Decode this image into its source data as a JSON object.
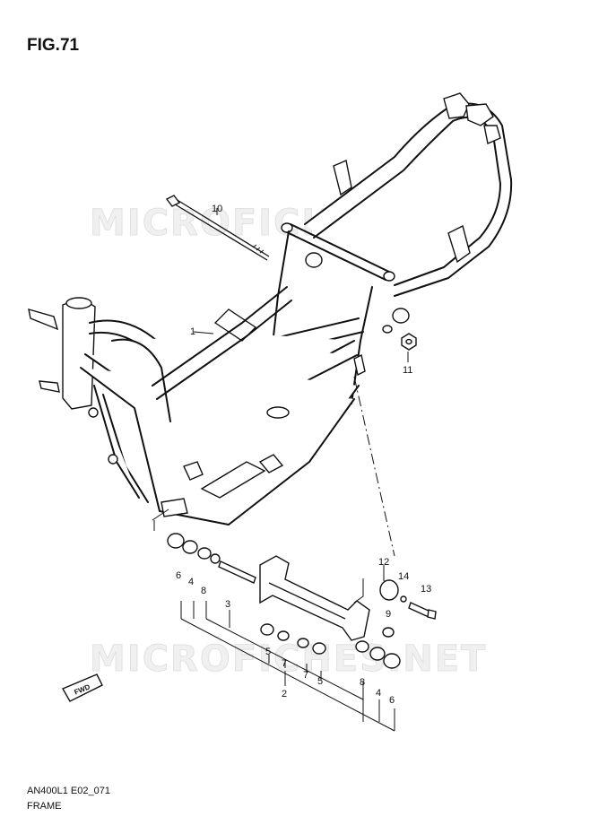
{
  "figure": {
    "title": "FIG.71"
  },
  "footer": {
    "code": "AN400L1 E02_071",
    "name": "FRAME"
  },
  "watermark": {
    "text": "MICROFICHES.NET"
  },
  "fwd_label": "FWD",
  "callouts": [
    "1",
    "2",
    "3",
    "4",
    "5",
    "6",
    "7",
    "8",
    "9",
    "10",
    "11",
    "12",
    "13",
    "14"
  ],
  "callout_lower": [
    "6",
    "4",
    "8",
    "3",
    "5",
    "7",
    "7",
    "5",
    "2",
    "8",
    "4",
    "6",
    "12",
    "14",
    "13",
    "9"
  ]
}
